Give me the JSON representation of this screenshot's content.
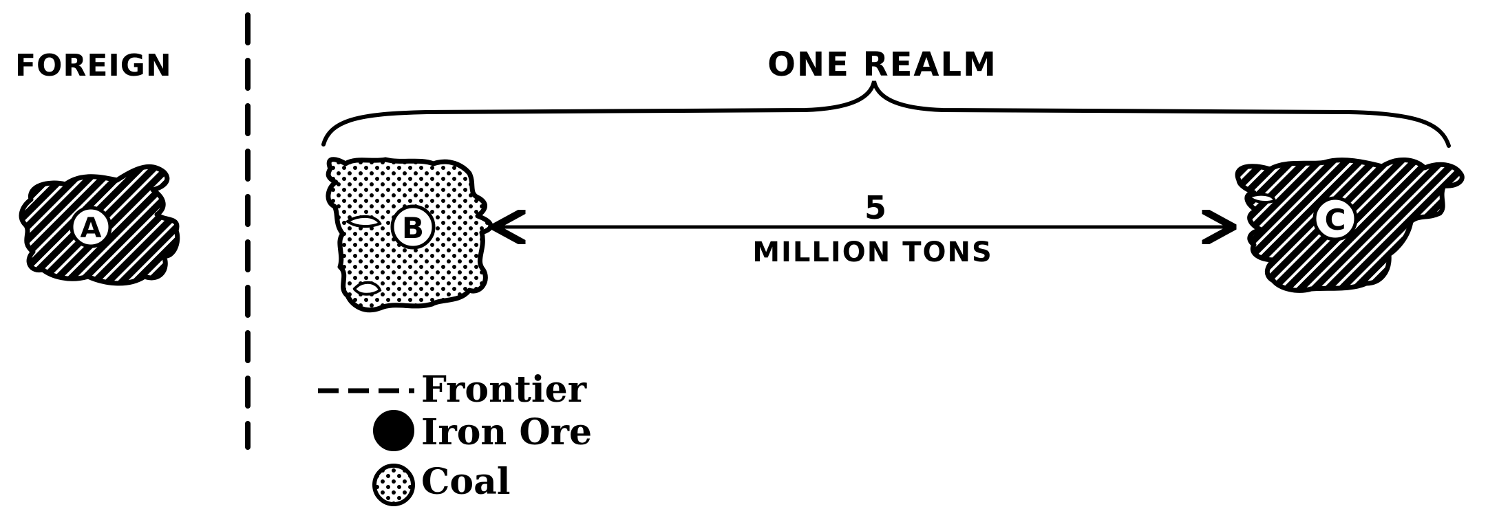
{
  "labels": {
    "foreign": "FOREIGN",
    "one_realm": "ONE REALM",
    "distance_value": "5",
    "distance_unit": "MILLION TONS"
  },
  "regions": {
    "a": {
      "letter": "A",
      "resource": "iron-ore"
    },
    "b": {
      "letter": "B",
      "resource": "coal"
    },
    "c": {
      "letter": "C",
      "resource": "iron-ore"
    }
  },
  "legend": {
    "frontier": "Frontier",
    "iron_ore": "Iron Ore",
    "coal": "Coal"
  },
  "colors": {
    "ink": "#000000",
    "paper": "#ffffff"
  }
}
